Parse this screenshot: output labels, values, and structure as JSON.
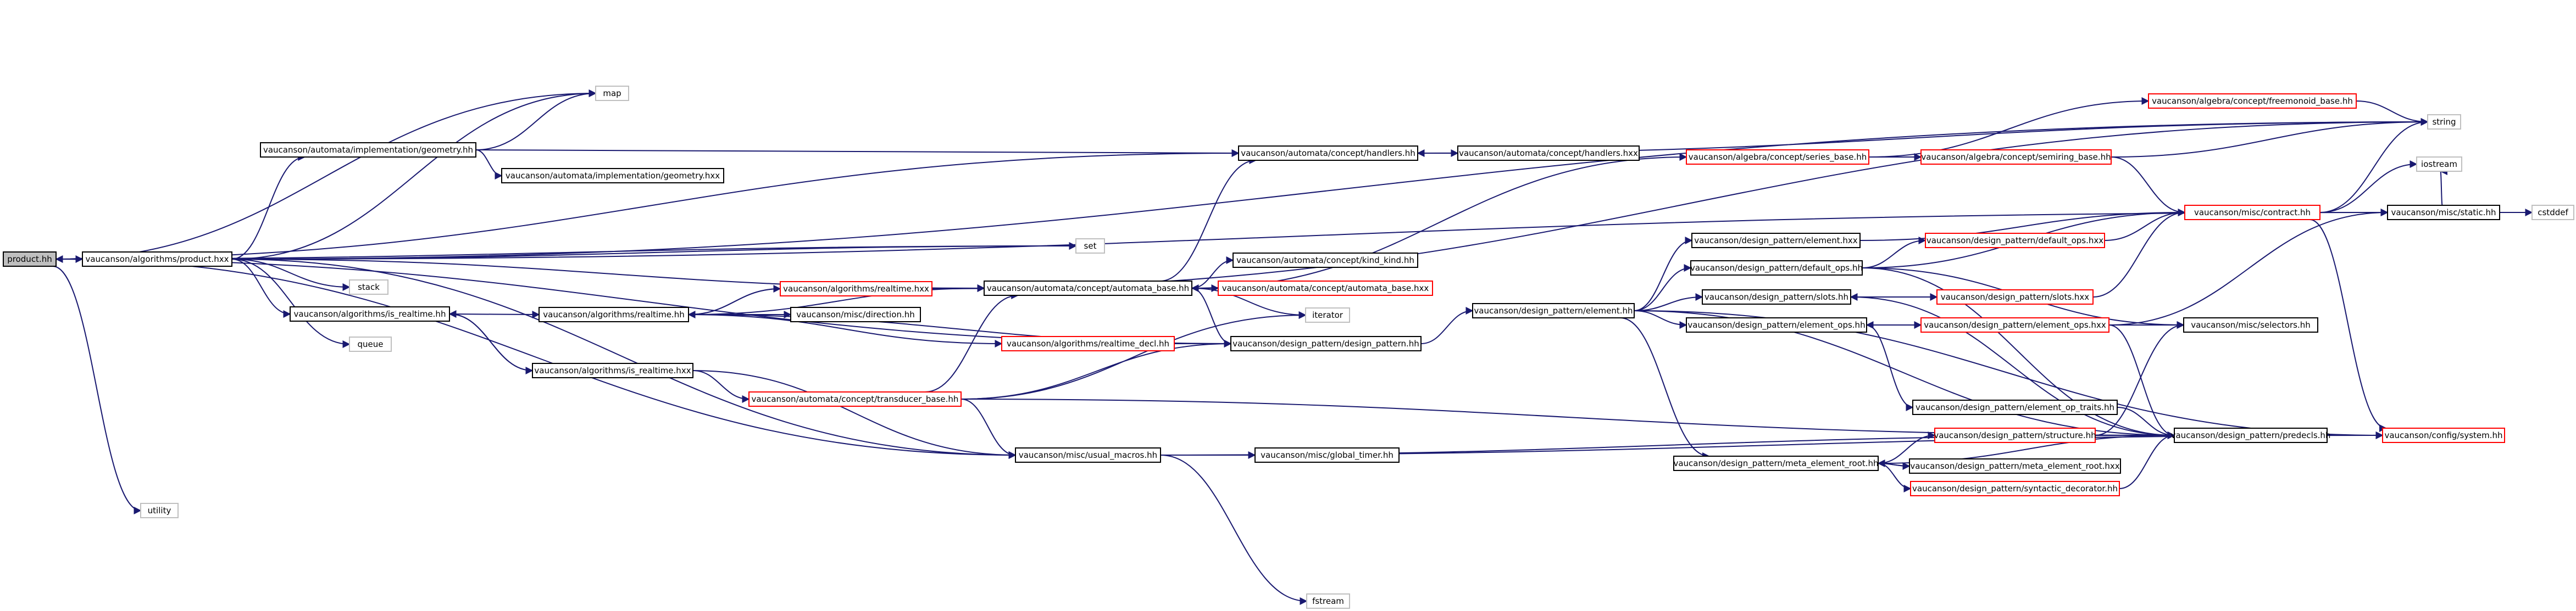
{
  "colors": {
    "edge": "#191970",
    "root_fill": "#bfbfbf",
    "normal_border": "#000000",
    "missing_border": "#ff0000",
    "external_border": "#bfbfbf"
  },
  "nodes": {
    "product_hh": "product.hh",
    "product_hxx": "vaucanson/algorithms/product.hxx",
    "map": "map",
    "geometry_hh": "vaucanson/automata/implementation/geometry.hh",
    "geometry_hxx": "vaucanson/automata/implementation/geometry.hxx",
    "stack": "stack",
    "queue": "queue",
    "utility": "utility",
    "set": "set",
    "is_realtime_hh": "vaucanson/algorithms/is_realtime.hh",
    "realtime_hh": "vaucanson/algorithms/realtime.hh",
    "is_realtime_hxx": "vaucanson/algorithms/is_realtime.hxx",
    "realtime_hxx": "vaucanson/algorithms/realtime.hxx",
    "direction_hh": "vaucanson/misc/direction.hh",
    "realtime_decl_hh": "vaucanson/algorithms/realtime_decl.hh",
    "transducer_base_hh": "vaucanson/automata/concept/transducer_base.hh",
    "usual_macros_hh": "vaucanson/misc/usual_macros.hh",
    "global_timer_hh": "vaucanson/misc/global_timer.hh",
    "fstream": "fstream",
    "handlers_hh": "vaucanson/automata/concept/handlers.hh",
    "handlers_hxx": "vaucanson/automata/concept/handlers.hxx",
    "automata_base_hh": "vaucanson/automata/concept/automata_base.hh",
    "automata_base_hxx": "vaucanson/automata/concept/automata_base.hxx",
    "kind_hh": "vaucanson/automata/concept/kind_kind.hh",
    "iterator": "iterator",
    "design_pattern_hh": "vaucanson/design_pattern/design_pattern.hh",
    "series_base_hh": "vaucanson/algebra/concept/series_base.hh",
    "freemonoid_base_hh": "vaucanson/algebra/concept/freemonoid_base.hh",
    "semiring_base_hh": "vaucanson/algebra/concept/semiring_base.hh",
    "string": "string",
    "iostream": "iostream",
    "contract_hh": "vaucanson/misc/contract.hh",
    "static_hh": "vaucanson/misc/static.hh",
    "cstddef": "cstddef",
    "element_hh": "vaucanson/design_pattern/element.hh",
    "element_hxx": "vaucanson/design_pattern/element.hxx",
    "default_ops_hh": "vaucanson/design_pattern/default_ops.hh",
    "default_ops_hxx": "vaucanson/design_pattern/default_ops.hxx",
    "slots_hh": "vaucanson/design_pattern/slots.hh",
    "slots_hxx": "vaucanson/design_pattern/slots.hxx",
    "element_ops_hh": "vaucanson/design_pattern/element_ops.hh",
    "element_ops_hxx": "vaucanson/design_pattern/element_ops.hxx",
    "selectors_hh": "vaucanson/misc/selectors.hh",
    "element_op_traits_hh": "vaucanson/design_pattern/element_op_traits.hh",
    "structure_hh": "vaucanson/design_pattern/structure.hh",
    "predecls_hh": "vaucanson/design_pattern/predecls.hh",
    "system_hh": "vaucanson/config/system.hh",
    "meta_element_root_hh": "vaucanson/design_pattern/meta_element_root.hh",
    "meta_element_root_hxx": "vaucanson/design_pattern/meta_element_root.hxx",
    "syntactic_decorator_hh": "vaucanson/design_pattern/syntactic_decorator.hh"
  }
}
